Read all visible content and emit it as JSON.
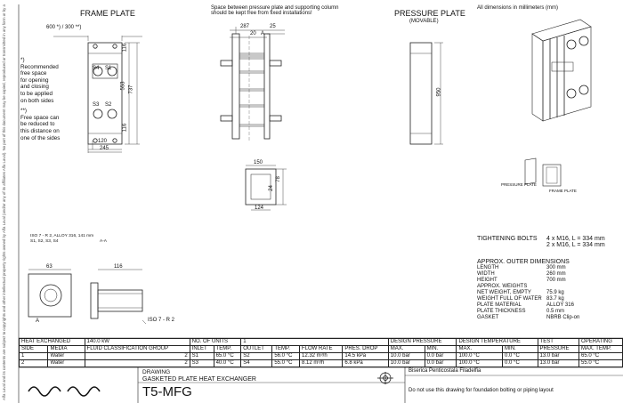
{
  "sidebar_text": "Alfa Laval and its contents are subject to copyrights and other intellectual property rights owned by Alfa Laval (and/or any of its affiliates Alfa Laval). No part of this document may be copied, reproduced or transmitted in any form or by any means, or used for any purpose other than the purpose for which it has been made available, without the prior written consent of Alfa Laval. Alfa Laval will enforce its rights in relation to this document under the applicable laws. The information contained herein is provided as is and Alfa Laval makes no representations or warranties as to the accuracy or suitability of this information and these services for any purpose. All rights are reserved.",
  "frame": {
    "title": "FRAME PLATE",
    "dim_top": "600 *) / 300 **)",
    "ports_top": [
      "S4",
      "S1"
    ],
    "ports_bottom": [
      "S3",
      "S2"
    ],
    "dims": {
      "d116a": "116",
      "d553": "553",
      "d737": "737",
      "d116b": "116",
      "d120": "120",
      "d245": "245"
    }
  },
  "notes": {
    "a_mark": "*)",
    "a_lines": [
      "Recommended",
      "free space",
      "for opening",
      "and closing",
      "to be applied",
      "on both sides"
    ],
    "b_mark": "**)",
    "b_lines": [
      "Free space can",
      "be reduced to",
      "this distance on",
      "one of the sides"
    ]
  },
  "side": {
    "note": [
      "Space between pressure plate and supporting column",
      "should be kept free from fixed installations!"
    ],
    "dims": {
      "d287": "287",
      "d25": "25",
      "d20": "20",
      "a": "A"
    }
  },
  "pressure": {
    "title": "PRESSURE PLATE",
    "subtitle": "(MOVABLE)",
    "dim": "950"
  },
  "all_dims": "All dimensions in millimeters (mm)",
  "iso": {
    "line1": "ISO 7 - R 2, ALLOY 316, 141 mm",
    "line2": "S1, S2, S3, S4",
    "line3": "A-A",
    "callout": "ISO 7 - R 2"
  },
  "detail": {
    "d150": "150",
    "d78": "78",
    "d24": "24",
    "d124": "124"
  },
  "connection": {
    "d116": "116",
    "d63": "63",
    "a": "A"
  },
  "small_labels": {
    "pressure_plate": "PRESSURE PLATE",
    "frame_plate": "FRAME PLATE"
  },
  "bolts": {
    "label": "TIGHTENING BOLTS",
    "line1": "4 x M16, L = 334 mm",
    "line2": "2 x M16, L = 334 mm"
  },
  "specs": {
    "outer_title": "APPROX. OUTER DIMENSIONS",
    "rows": [
      {
        "k": "LENGTH",
        "v": "300 mm"
      },
      {
        "k": "WIDTH",
        "v": "260 mm"
      },
      {
        "k": "HEIGHT",
        "v": "700 mm"
      },
      {
        "k": "APPROX. WEIGHTS",
        "v": ""
      },
      {
        "k": "NET WEIGHT, EMPTY",
        "v": "75.9 kg"
      },
      {
        "k": "WEIGHT FULL OF WATER",
        "v": "83.7 kg"
      },
      {
        "k": "PLATE MATERIAL",
        "v": "ALLOY 316"
      },
      {
        "k": "PLATE THICKNESS",
        "v": "0.5 mm"
      },
      {
        "k": "GASKET",
        "v": "NBRB Clip-on"
      }
    ]
  },
  "table": {
    "heat_exchanged_label": "HEAT EXCHANGED",
    "heat_exchanged_value": "140.0 kW",
    "units_label": "NO. OF UNITS",
    "units_value": "1",
    "design_pressure": "DESIGN PRESSURE",
    "design_temperature": "DESIGN TEMPERATURE",
    "test": "TEST",
    "operating": "OPERATING",
    "headers": [
      "SIDE",
      "MEDIA",
      "FLUID CLASSIFICATION GROUP",
      "INLET",
      "TEMP.",
      "OUTLET",
      "TEMP.",
      "FLOW RATE",
      "PRES. DROP",
      "MAX.",
      "MIN.",
      "MAX.",
      "MIN.",
      "PRESSURE",
      "MAX. TEMP."
    ],
    "rows": [
      [
        "1",
        "Water",
        "2",
        "S1",
        "65.0 °C",
        "S2",
        "56.0 °C",
        "12.32 m³/h",
        "14.5 kPa",
        "10.0 bar",
        "0.0 bar",
        "100.0 °C",
        "0.0 °C",
        "13.0 bar",
        "65.0 °C"
      ],
      [
        "2",
        "Water",
        "2",
        "S3",
        "40.0 °C",
        "S4",
        "55.0 °C",
        "8.12 m³/h",
        "6.8 kPa",
        "10.0 bar",
        "0.0 bar",
        "100.0 °C",
        "0.0 °C",
        "13.0 bar",
        "55.0 °C"
      ]
    ]
  },
  "title_block": {
    "drawing": "DRAWING",
    "desc": "GASKETED PLATE HEAT EXCHANGER",
    "model": "T5-MFG",
    "customer": "Biserica Penticostala Filadelfia",
    "note": "Do not use this drawing for foundation bolting or piping layout"
  }
}
